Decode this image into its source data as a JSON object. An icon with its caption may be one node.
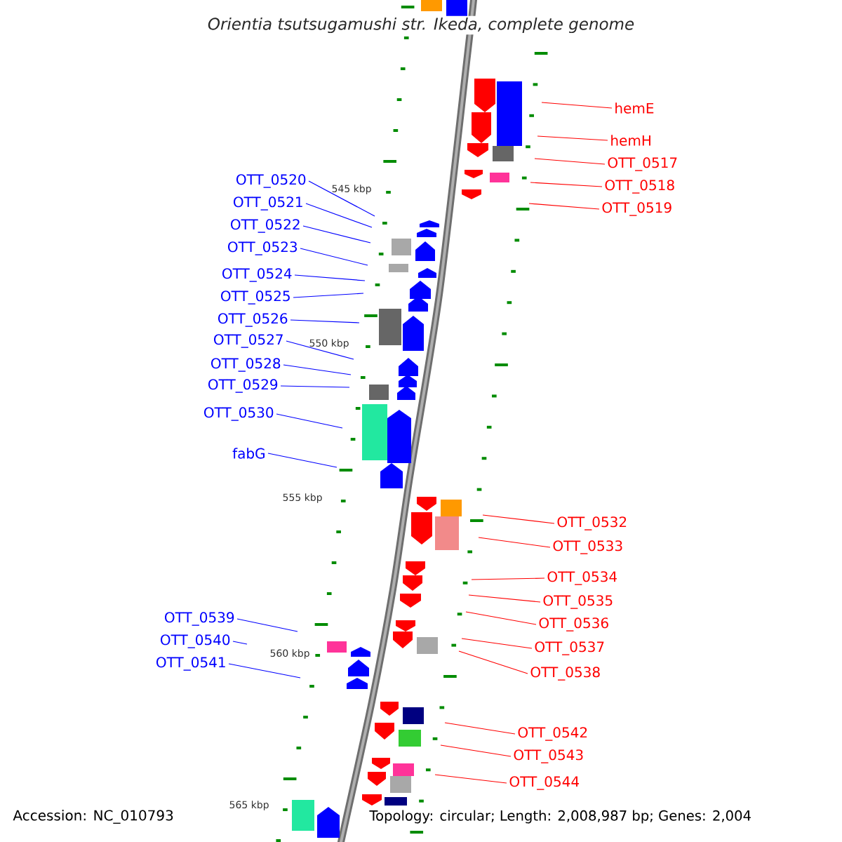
{
  "diagram": {
    "title": "Orientia tsutsugamushi str. Ikeda, complete genome",
    "nodes": [
      {
        "text": [
          "hemE"
        ]
      },
      {
        "text": [
          "hemH"
        ]
      },
      {
        "text": [
          "OTT_0517"
        ]
      },
      {
        "text": [
          "OTT_0518"
        ]
      },
      {
        "text": [
          "OTT_0519"
        ]
      },
      {
        "text": [
          "OTT_0520"
        ]
      },
      {
        "text": [
          "OTT_0521"
        ]
      },
      {
        "text": [
          "OTT_0522"
        ]
      },
      {
        "text": [
          "OTT_0523"
        ]
      },
      {
        "text": [
          "OTT_0524"
        ]
      },
      {
        "text": [
          "OTT_0525"
        ]
      },
      {
        "text": [
          "OTT_0526"
        ]
      },
      {
        "text": [
          "OTT_0527"
        ]
      },
      {
        "text": [
          "OTT_0528"
        ]
      },
      {
        "text": [
          "OTT_0529"
        ]
      },
      {
        "text": [
          "OTT_0530"
        ]
      },
      {
        "text": [
          "fabG"
        ]
      },
      {
        "text": [
          "OTT_0532"
        ]
      },
      {
        "text": [
          "OTT_0533"
        ]
      },
      {
        "text": [
          "OTT_0534"
        ]
      },
      {
        "text": [
          "OTT_0535"
        ]
      },
      {
        "text": [
          "OTT_0536"
        ]
      },
      {
        "text": [
          "OTT_0537"
        ]
      },
      {
        "text": [
          "OTT_0538"
        ]
      },
      {
        "text": [
          "OTT_0539"
        ]
      },
      {
        "text": [
          "OTT_0540"
        ]
      },
      {
        "text": [
          "OTT_0541"
        ]
      },
      {
        "text": [
          "OTT_0542"
        ]
      },
      {
        "text": [
          "OTT_0543"
        ]
      },
      {
        "text": [
          "OTT_0544"
        ]
      }
    ],
    "edges": [
      {
        "from": 0,
        "to": null,
        "arrow": "none",
        "color": "#ff0000"
      },
      {
        "from": 1,
        "to": null,
        "arrow": "none",
        "color": "#ff0000"
      },
      {
        "from": 2,
        "to": null,
        "arrow": "none",
        "color": "#ff0000"
      },
      {
        "from": 3,
        "to": null,
        "arrow": "none",
        "color": "#ff0000"
      },
      {
        "from": 4,
        "to": null,
        "arrow": "none",
        "color": "#ff0000"
      },
      {
        "from": 5,
        "to": null,
        "arrow": "none",
        "color": "#0000ff"
      },
      {
        "from": 6,
        "to": null,
        "arrow": "none",
        "color": "#0000ff"
      },
      {
        "from": 7,
        "to": null,
        "arrow": "none",
        "color": "#0000ff"
      },
      {
        "from": 8,
        "to": null,
        "arrow": "none",
        "color": "#0000ff"
      },
      {
        "from": 9,
        "to": null,
        "arrow": "none",
        "color": "#0000ff"
      },
      {
        "from": 10,
        "to": null,
        "arrow": "none",
        "color": "#0000ff"
      },
      {
        "from": 11,
        "to": null,
        "arrow": "none",
        "color": "#0000ff"
      },
      {
        "from": 12,
        "to": null,
        "arrow": "none",
        "color": "#0000ff"
      },
      {
        "from": 13,
        "to": null,
        "arrow": "none",
        "color": "#0000ff"
      },
      {
        "from": 14,
        "to": null,
        "arrow": "none",
        "color": "#0000ff"
      },
      {
        "from": 15,
        "to": null,
        "arrow": "none",
        "color": "#0000ff"
      },
      {
        "from": 16,
        "to": null,
        "arrow": "none",
        "color": "#0000ff"
      },
      {
        "from": 17,
        "to": null,
        "arrow": "none",
        "color": "#ff0000"
      },
      {
        "from": 18,
        "to": null,
        "arrow": "none",
        "color": "#ff0000"
      },
      {
        "from": 19,
        "to": null,
        "arrow": "none",
        "color": "#ff0000"
      },
      {
        "from": 20,
        "to": null,
        "arrow": "none",
        "color": "#ff0000"
      },
      {
        "from": 21,
        "to": null,
        "arrow": "none",
        "color": "#ff0000"
      },
      {
        "from": 22,
        "to": null,
        "arrow": "none",
        "color": "#ff0000"
      },
      {
        "from": 23,
        "to": null,
        "arrow": "none",
        "color": "#ff0000"
      },
      {
        "from": 24,
        "to": null,
        "arrow": "none",
        "color": "#0000ff"
      },
      {
        "from": 25,
        "to": null,
        "arrow": "none",
        "color": "#0000ff"
      },
      {
        "from": 26,
        "to": null,
        "arrow": "none",
        "color": "#0000ff"
      },
      {
        "from": 27,
        "to": null,
        "arrow": "none",
        "color": "#ff0000"
      },
      {
        "from": 28,
        "to": null,
        "arrow": "none",
        "color": "#ff0000"
      },
      {
        "from": 29,
        "to": null,
        "arrow": "none",
        "color": "#ff0000"
      }
    ],
    "labels": [
      "545 kbp",
      "550 kbp",
      "555 kbp",
      "560 kbp",
      "565 kbp",
      "Accession: NC_010793",
      "Topology: circular; Length: 2,008,987 bp; Genes: 2,004"
    ]
  }
}
